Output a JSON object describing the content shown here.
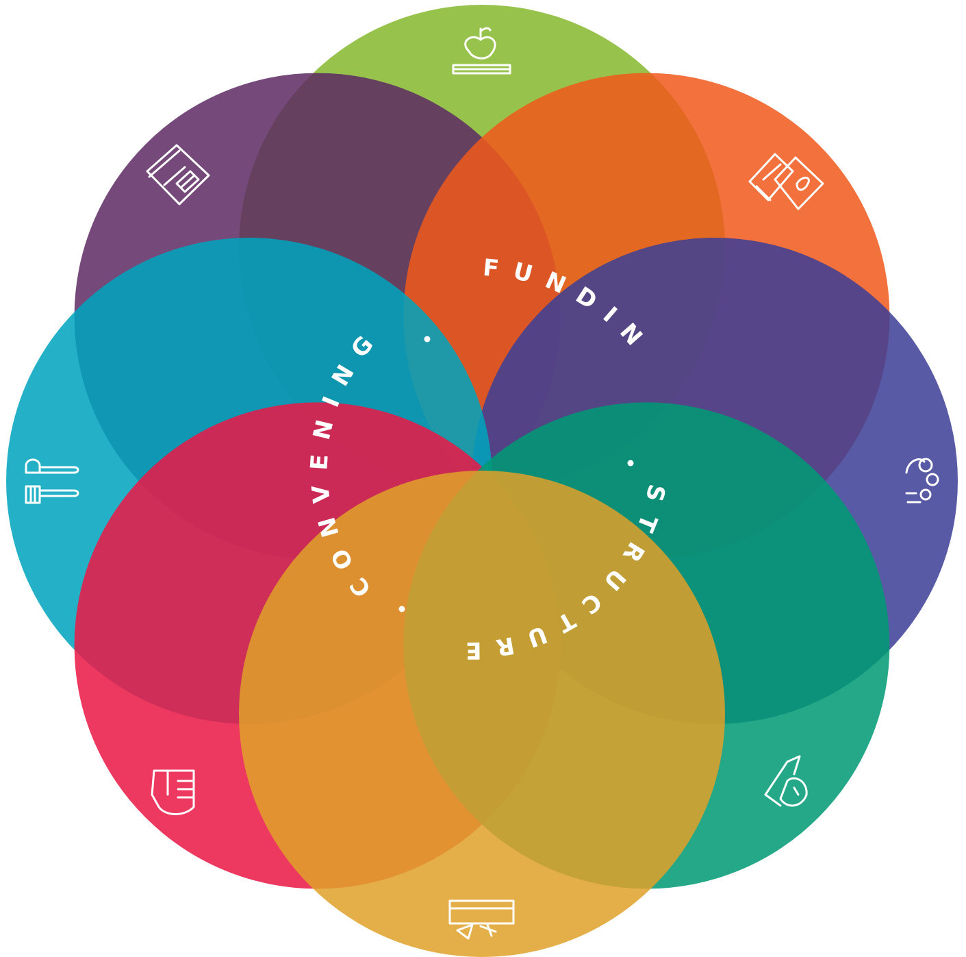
{
  "diagram": {
    "words": [
      {
        "key": "funding",
        "text": "FUNDING"
      },
      {
        "key": "structure",
        "text": "STRUCTURE"
      },
      {
        "key": "convening",
        "text": "CONVENING"
      }
    ],
    "petals": [
      {
        "key": "top",
        "color": "#86b92f",
        "icon": "apple-on-book-icon"
      },
      {
        "key": "top-right",
        "color": "#f05a1c",
        "icon": "seed-packets-icon"
      },
      {
        "key": "right",
        "color": "#3d3f96",
        "icon": "community-people-icon"
      },
      {
        "key": "bottom-right",
        "color": "#009a74",
        "icon": "hand-money-bag-icon"
      },
      {
        "key": "bottom",
        "color": "#e0a12a",
        "icon": "harvest-crate-icon"
      },
      {
        "key": "bottom-left",
        "color": "#ea1846",
        "icon": "raised-fist-icon"
      },
      {
        "key": "left",
        "color": "#00a4be",
        "icon": "garden-tools-icon"
      },
      {
        "key": "top-left",
        "color": "#5e2b63",
        "icon": "storefront-icon"
      }
    ]
  }
}
